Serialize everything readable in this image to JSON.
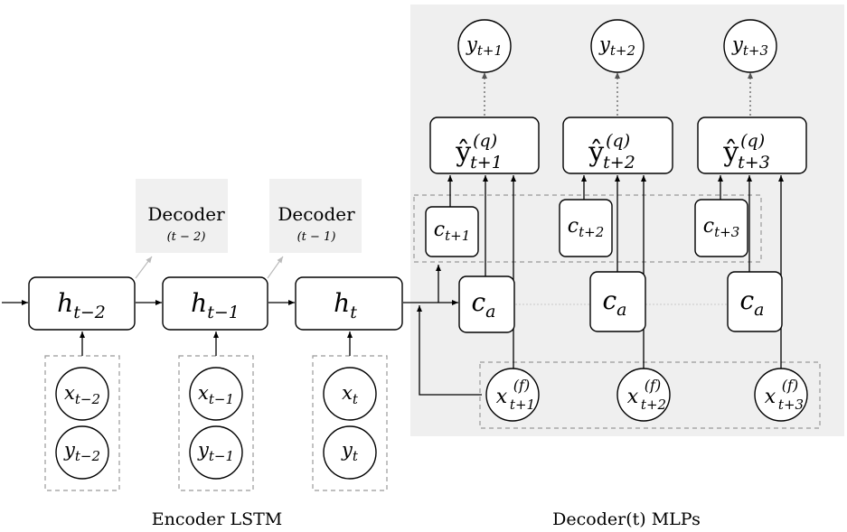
{
  "encoder": {
    "caption": "Encoder LSTM",
    "hidden": [
      {
        "base": "h",
        "sub": "t−2"
      },
      {
        "base": "h",
        "sub": "t−1"
      },
      {
        "base": "h",
        "sub": "t"
      }
    ],
    "inputs_x": [
      {
        "base": "x",
        "sub": "t−2"
      },
      {
        "base": "x",
        "sub": "t−1"
      },
      {
        "base": "x",
        "sub": "t"
      }
    ],
    "inputs_y": [
      {
        "base": "y",
        "sub": "t−2"
      },
      {
        "base": "y",
        "sub": "t−1"
      },
      {
        "base": "y",
        "sub": "t"
      }
    ],
    "mini_decoders": [
      {
        "label": "Decoder",
        "sub": "(t − 2)"
      },
      {
        "label": "Decoder",
        "sub": "(t − 1)"
      }
    ]
  },
  "decoder": {
    "caption": "Decoder(t) MLPs",
    "outputs": [
      {
        "base": "y",
        "sub": "t+1"
      },
      {
        "base": "y",
        "sub": "t+2"
      },
      {
        "base": "y",
        "sub": "t+3"
      }
    ],
    "quantiles": [
      {
        "base": "ŷ",
        "sup": "(q)",
        "sub": "t+1"
      },
      {
        "base": "ŷ",
        "sup": "(q)",
        "sub": "t+2"
      },
      {
        "base": "ŷ",
        "sup": "(q)",
        "sub": "t+3"
      }
    ],
    "contexts": [
      {
        "base": "c",
        "sub": "t+1"
      },
      {
        "base": "c",
        "sub": "t+2"
      },
      {
        "base": "c",
        "sub": "t+3"
      }
    ],
    "global_context": {
      "base": "c",
      "sub": "a"
    },
    "futures": [
      {
        "base": "x",
        "sup": "(f)",
        "sub": "t+1"
      },
      {
        "base": "x",
        "sup": "(f)",
        "sub": "t+2"
      },
      {
        "base": "x",
        "sup": "(f)",
        "sub": "t+3"
      }
    ]
  },
  "colors": {
    "panel": "#efefef",
    "mini_decoder_bg": "#f0f0f0",
    "dashed": "#999999",
    "stroke": "#000000"
  }
}
